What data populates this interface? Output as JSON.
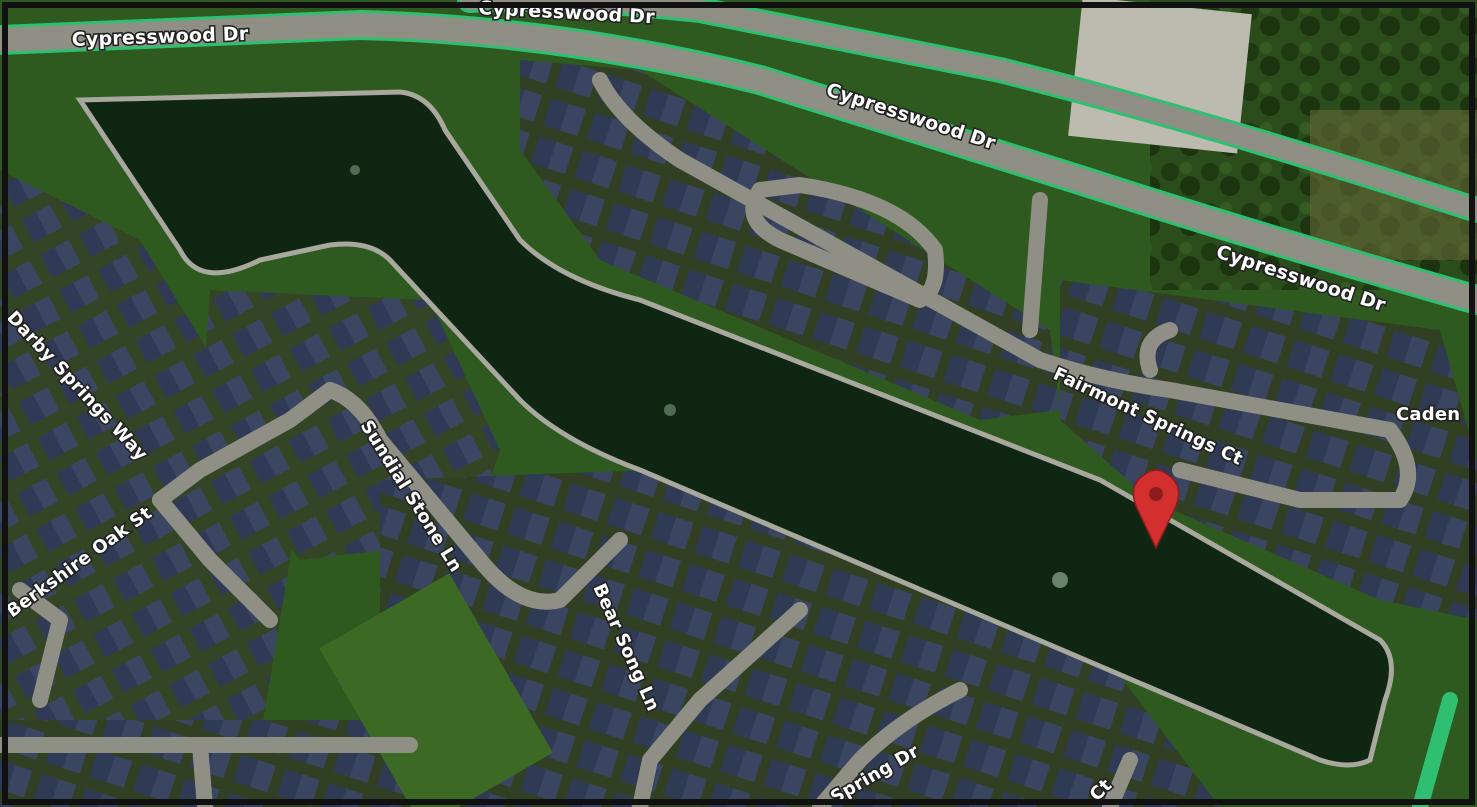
{
  "map": {
    "type": "satellite",
    "colors": {
      "water": "#0f2612",
      "vegetation": "#2e5a1f",
      "road": "#8f8f86",
      "highway_outline": "#2fbf71",
      "roof": "#3a4561",
      "marker": "#d32f2f"
    },
    "labels": {
      "cypresswood_top": "Cypresswood Dr",
      "cypresswood_1": "Cypresswood Dr",
      "cypresswood_2": "Cypresswood Dr",
      "cypresswood_3": "Cypresswood Dr",
      "fairmont": "Fairmont Springs Ct",
      "caden": "Caden",
      "darby": "Darby Springs Way",
      "berkshire": "Berkshire Oak St",
      "sundial": "Sundial Stone Ln",
      "bear_song": "Bear Song Ln",
      "spring": "Spring Dr",
      "ct": "Ct"
    },
    "marker": {
      "icon": "map-pin-icon"
    }
  }
}
